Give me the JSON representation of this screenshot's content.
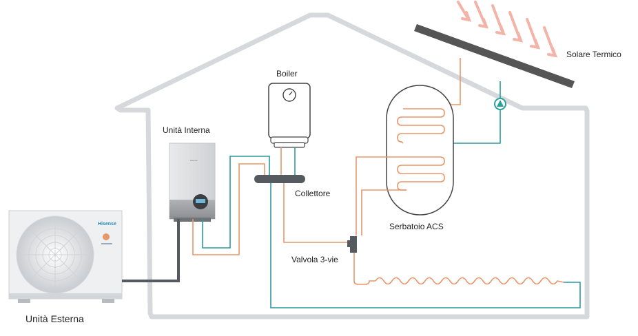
{
  "labels": {
    "solar": "Solare Termico",
    "boiler": "Boiler",
    "indoor_unit": "Unità  Interna",
    "collector": "Collettore",
    "tank": "Serbatoio ACS",
    "valve": "Valvola 3-vie",
    "outdoor_unit": "Unità  Esterna"
  },
  "brand": {
    "name": "Hisense"
  },
  "colors": {
    "house_outline": "#d6d8db",
    "copper_pipe": "#e8966a",
    "water_pipe": "#2a9aa0",
    "dark_pipe": "#555a60",
    "solar_panel": "#555555",
    "sun_rays": "#f3b3a6",
    "pump": "#2aa19a"
  },
  "icons": [
    "sun-ray-icon",
    "pump-icon",
    "gauge-icon",
    "fan-icon"
  ]
}
